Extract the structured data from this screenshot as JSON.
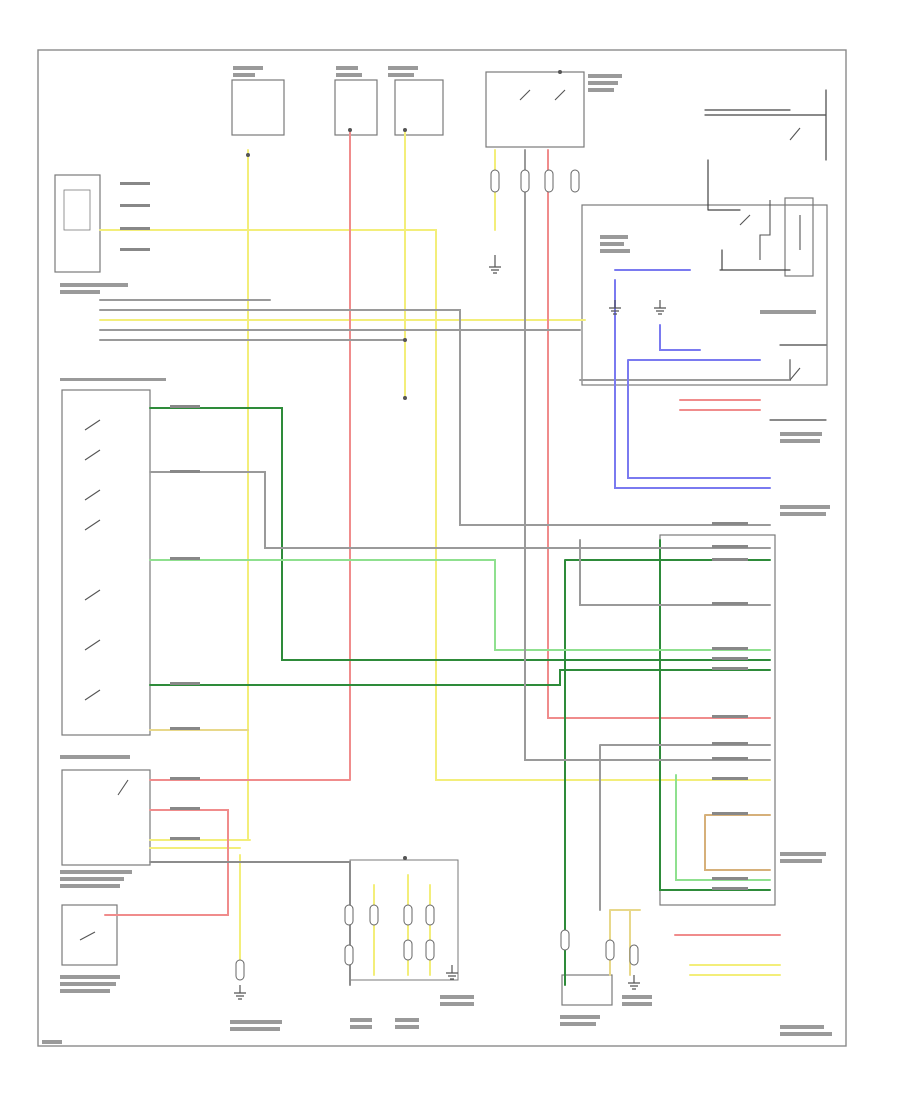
{
  "colors": {
    "yellow": "#f3ee7a",
    "red": "#f08c8c",
    "green": "#2e8b3a",
    "lightgreen": "#8fe08f",
    "gray": "#8c8c8c",
    "blue": "#7a7af0",
    "tan": "#d6b07a",
    "darkgray": "#555555"
  },
  "icons": [
    "ground-symbol",
    "connector-pin",
    "switch-contact",
    "relay-coil"
  ]
}
